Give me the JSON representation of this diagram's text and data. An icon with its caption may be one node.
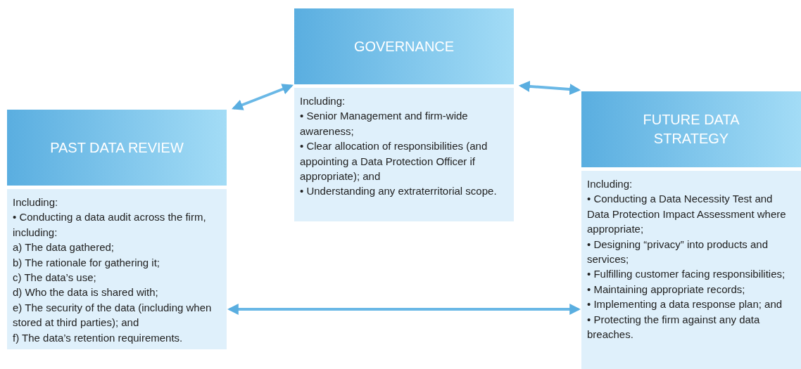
{
  "diagram": {
    "nodes": [
      {
        "text": [
          "GOVERNANCE"
        ]
      },
      {
        "text": [
          "Including:",
          "• Senior Management and firm-wide awareness;",
          "• Clear allocation of responsibilities (and appointing a Data Protection Officer if appropriate); and",
          "• Understanding any extraterritorial scope."
        ]
      },
      {
        "text": [
          "PAST DATA REVIEW"
        ]
      },
      {
        "text": [
          "Including:",
          "• Conducting a data audit across the firm, including:",
          "a) The data gathered;",
          "b) The rationale for gathering it;",
          "c) The data’s use;",
          "d) Who the data is shared with;",
          "e) The security of the data (including when stored at third parties); and",
          "f) The data’s retention requirements."
        ]
      },
      {
        "text": [
          "FUTURE DATA STRATEGY"
        ]
      },
      {
        "text": [
          "Including:",
          "• Conducting a Data Necessity Test and Data Protection Impact Assessment where appropriate;",
          "• Designing “privacy” into products and services;",
          "• Fulfilling customer facing responsibilities;",
          "• Maintaining appropriate records;",
          "• Implementing a data response plan; and",
          "• Protecting the firm against any data breaches."
        ]
      }
    ],
    "edges": [
      {
        "from": 2,
        "to": 0,
        "arrow": "both"
      },
      {
        "from": 0,
        "to": 4,
        "arrow": "both"
      },
      {
        "from": 3,
        "to": 5,
        "arrow": "both"
      }
    ]
  }
}
